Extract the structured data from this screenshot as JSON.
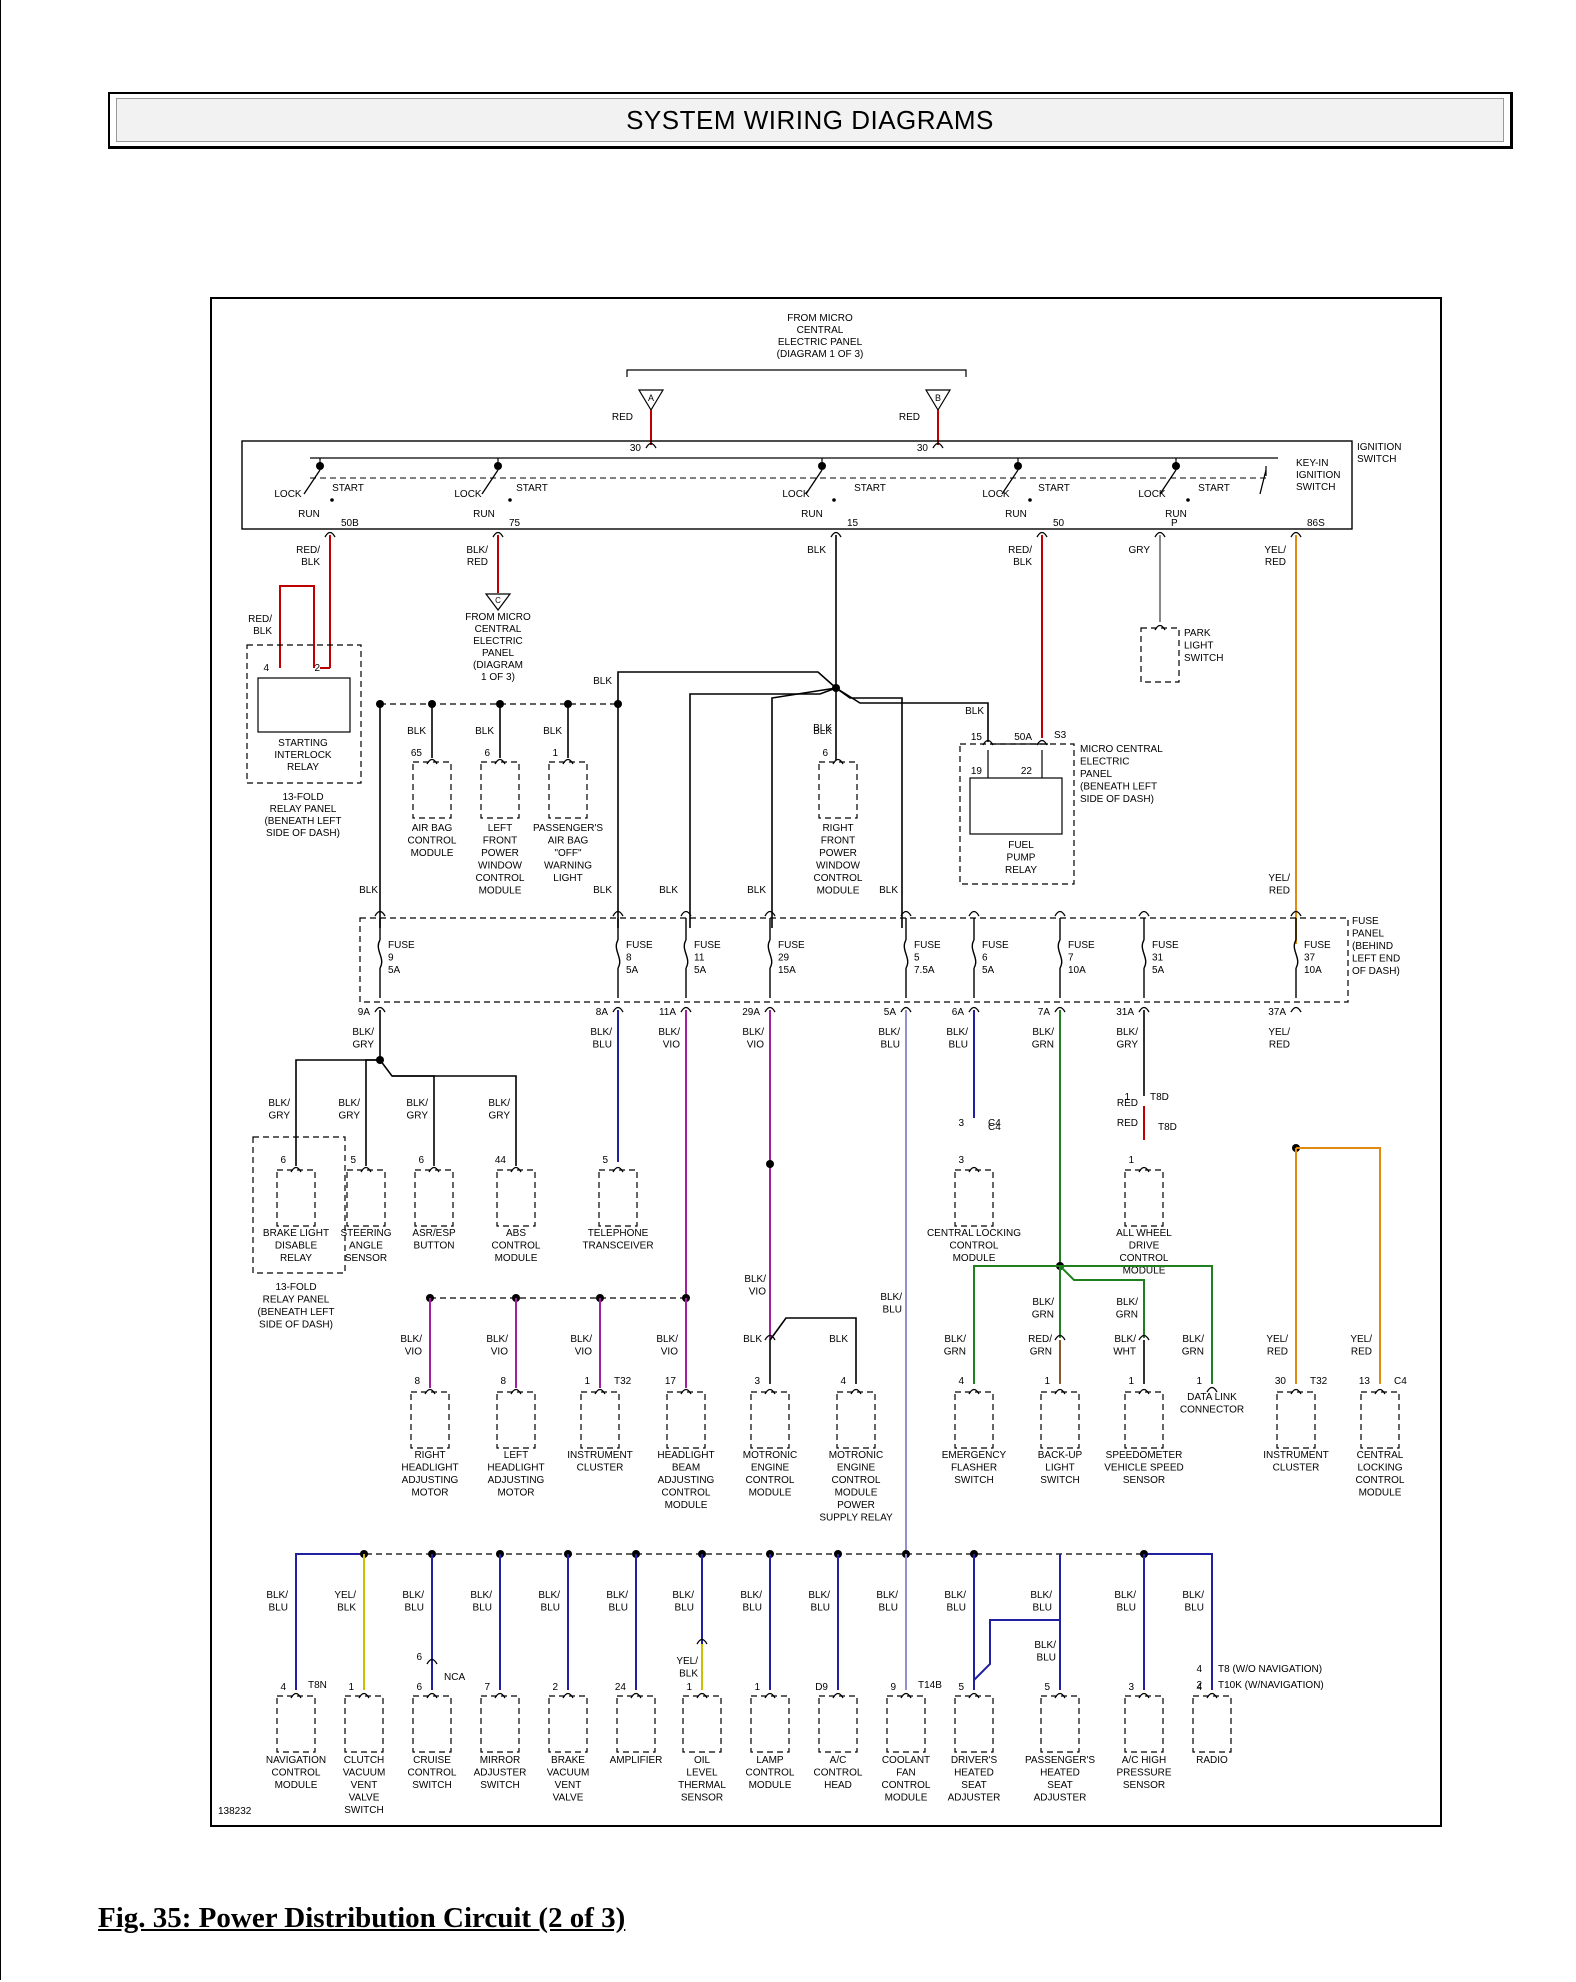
{
  "header": {
    "title": "SYSTEM WIRING DIAGRAMS"
  },
  "caption": "Fig. 35: Power Distribution Circuit (2 of 3)",
  "ref_number": "138232",
  "colors": {
    "RED": "#c00000",
    "BLK": "#000000",
    "GRY": "#888888",
    "YEL_RED": "#e08a10",
    "BLU": "#2020a0",
    "VIO": "#a020a0",
    "LTBLU": "#9090d0",
    "GRN": "#208020",
    "YEL": "#c8c000",
    "BRN": "#8a5a2a"
  },
  "top_source": {
    "lines": [
      "FROM MICRO",
      "CENTRAL",
      "ELECTRIC PANEL",
      "(DIAGRAM 1 OF 3)"
    ]
  },
  "connectors_top": [
    {
      "id": "A",
      "wire": "RED",
      "pin": "30"
    },
    {
      "id": "B",
      "wire": "RED",
      "pin": "30"
    }
  ],
  "ignition_switch": {
    "name": [
      "IGNITION",
      "SWITCH"
    ],
    "keyin": [
      "KEY-IN",
      "IGNITION",
      "SWITCH"
    ],
    "labels": {
      "lock": "LOCK",
      "start": "START",
      "run": "RUN"
    }
  },
  "terminals": [
    {
      "pin": "50B",
      "wire": [
        "RED/",
        "BLK"
      ]
    },
    {
      "pin": "75",
      "wire": [
        "BLK/",
        "RED"
      ]
    },
    {
      "pin": "15",
      "wire": [
        "BLK"
      ]
    },
    {
      "pin": "50",
      "wire": [
        "RED/",
        "BLK"
      ]
    },
    {
      "pin": "P",
      "wire": [
        "GRY"
      ]
    },
    {
      "pin": "86S",
      "wire": [
        "YEL/",
        "RED"
      ]
    }
  ],
  "c_source": {
    "id": "C",
    "lines": [
      "FROM MICRO",
      "CENTRAL",
      "ELECTRIC",
      "PANEL",
      "(DIAGRAM",
      "1 OF 3)"
    ]
  },
  "starting_relay": {
    "wire": [
      "RED/",
      "BLK"
    ],
    "pins": [
      "4",
      "2"
    ],
    "name": [
      "STARTING",
      "INTERLOCK",
      "RELAY"
    ],
    "panel": [
      "13-FOLD",
      "RELAY PANEL",
      "(BENEATH LEFT",
      "SIDE OF DASH)"
    ]
  },
  "park_switch": {
    "name": [
      "PARK",
      "LIGHT",
      "SWITCH"
    ]
  },
  "upper_modules": [
    {
      "wire": "BLK",
      "pin": "65",
      "name": [
        "AIR BAG",
        "CONTROL",
        "MODULE"
      ]
    },
    {
      "wire": "BLK",
      "pin": "6",
      "name": [
        "LEFT",
        "FRONT",
        "POWER",
        "WINDOW",
        "CONTROL",
        "MODULE"
      ]
    },
    {
      "wire": "BLK",
      "pin": "1",
      "name": [
        "PASSENGER'S",
        "AIR BAG",
        "\"OFF\"",
        "WARNING",
        "LIGHT"
      ]
    },
    {
      "wire": "BLK",
      "pin": "6",
      "name": [
        "RIGHT",
        "FRONT",
        "POWER",
        "WINDOW",
        "CONTROL",
        "MODULE"
      ]
    }
  ],
  "fuel_pump_relay": {
    "wire": "BLK",
    "pins": [
      "15",
      "50A",
      "S3",
      "19",
      "22"
    ],
    "name": [
      "FUEL",
      "PUMP",
      "RELAY"
    ],
    "panel": [
      "MICRO CENTRAL",
      "ELECTRIC",
      "PANEL",
      "(BENEATH LEFT",
      "SIDE OF DASH)"
    ]
  },
  "fuse_panel": {
    "name": [
      "FUSE",
      "PANEL",
      "(BEHIND",
      "LEFT END",
      "OF DASH)"
    ],
    "fuses": [
      {
        "label": "FUSE",
        "num": "9",
        "amp": "5A",
        "out": "9A",
        "out_wire": [
          "BLK/",
          "GRY"
        ]
      },
      {
        "label": "FUSE",
        "num": "8",
        "amp": "5A",
        "out": "8A",
        "out_wire": [
          "BLK/",
          "BLU"
        ]
      },
      {
        "label": "FUSE",
        "num": "11",
        "amp": "5A",
        "out": "11A",
        "out_wire": [
          "BLK/",
          "VIO"
        ]
      },
      {
        "label": "FUSE",
        "num": "29",
        "amp": "15A",
        "out": "29A",
        "out_wire": [
          "BLK/",
          "VIO"
        ]
      },
      {
        "label": "FUSE",
        "num": "5",
        "amp": "7.5A",
        "out": "5A",
        "out_wire": [
          "BLK/",
          "BLU"
        ]
      },
      {
        "label": "FUSE",
        "num": "6",
        "amp": "5A",
        "out": "6A",
        "out_wire": [
          "BLK/",
          "BLU"
        ]
      },
      {
        "label": "FUSE",
        "num": "7",
        "amp": "10A",
        "out": "7A",
        "out_wire": [
          "BLK/",
          "GRN"
        ]
      },
      {
        "label": "FUSE",
        "num": "31",
        "amp": "5A",
        "out": "31A",
        "out_wire": [
          "BLK/",
          "GRY"
        ]
      },
      {
        "label": "FUSE",
        "num": "37",
        "amp": "10A",
        "out": "37A",
        "out_wire": [
          "YEL/",
          "RED"
        ]
      }
    ],
    "in_wires": {
      "blk": "BLK",
      "yel_red": [
        "YEL/",
        "RED"
      ]
    }
  },
  "middle_modules": [
    {
      "wire": [
        "BLK/",
        "GRY"
      ],
      "pin": "6",
      "name": [
        "BRAKE LIGHT",
        "DISABLE",
        "RELAY"
      ]
    },
    {
      "wire": [
        "BLK/",
        "GRY"
      ],
      "pin": "5",
      "name": [
        "STEERING",
        "ANGLE",
        "SENSOR"
      ]
    },
    {
      "wire": [
        "BLK/",
        "GRY"
      ],
      "pin": "6",
      "name": [
        "ASR/ESP",
        "BUTTON"
      ]
    },
    {
      "wire": [
        "BLK/",
        "GRY"
      ],
      "pin": "44",
      "name": [
        "ABS",
        "CONTROL",
        "MODULE"
      ]
    },
    {
      "wire": [],
      "pin": "5",
      "name": [
        "TELEPHONE",
        "TRANSCEIVER"
      ]
    },
    {
      "wire": [],
      "pin": "3",
      "conn": "C4",
      "name": [
        "CENTRAL LOCKING",
        "CONTROL",
        "MODULE"
      ]
    },
    {
      "wire": [
        "RED"
      ],
      "pin": "1",
      "conn": "T8D",
      "name": [
        "ALL WHEEL",
        "DRIVE",
        "CONTROL",
        "MODULE"
      ]
    }
  ],
  "relay_panel_2": [
    "13-FOLD",
    "RELAY PANEL",
    "(BENEATH LEFT",
    "SIDE OF DASH)"
  ],
  "lower_modules": [
    {
      "wire": [
        "BLK/",
        "VIO"
      ],
      "pin": "8",
      "name": [
        "RIGHT",
        "HEADLIGHT",
        "ADJUSTING",
        "MOTOR"
      ]
    },
    {
      "wire": [
        "BLK/",
        "VIO"
      ],
      "pin": "8",
      "name": [
        "LEFT",
        "HEADLIGHT",
        "ADJUSTING",
        "MOTOR"
      ]
    },
    {
      "wire": [
        "BLK/",
        "VIO"
      ],
      "pin": "1",
      "conn": "T32",
      "name": [
        "INSTRUMENT",
        "CLUSTER"
      ]
    },
    {
      "wire": [
        "BLK/",
        "VIO"
      ],
      "pin": "17",
      "name": [
        "HEADLIGHT",
        "BEAM",
        "ADJUSTING",
        "CONTROL",
        "MODULE"
      ]
    },
    {
      "wire": [
        "BLK"
      ],
      "pin": "3",
      "name": [
        "MOTRONIC",
        "ENGINE",
        "CONTROL",
        "MODULE"
      ]
    },
    {
      "wire": [
        "BLK"
      ],
      "pin": "4",
      "name": [
        "MOTRONIC",
        "ENGINE",
        "CONTROL",
        "MODULE",
        "POWER",
        "SUPPLY RELAY"
      ]
    },
    {
      "wire": [
        "BLK/",
        "GRN"
      ],
      "pin": "4",
      "name": [
        "EMERGENCY",
        "FLASHER",
        "SWITCH"
      ]
    },
    {
      "wire": [
        "RED/",
        "GRN"
      ],
      "pin": "1",
      "name": [
        "BACK-UP",
        "LIGHT",
        "SWITCH"
      ]
    },
    {
      "wire": [
        "BLK/",
        "WHT"
      ],
      "pin": "1",
      "name": [
        "SPEEDOMETER",
        "VEHICLE SPEED",
        "SENSOR"
      ]
    },
    {
      "wire": [
        "BLK/",
        "GRN"
      ],
      "pin": "1",
      "name": [
        "DATA LINK",
        "CONNECTOR"
      ]
    },
    {
      "wire": [
        "YEL/",
        "RED"
      ],
      "pin": "30",
      "conn": "T32",
      "name": [
        "INSTRUMENT",
        "CLUSTER"
      ]
    },
    {
      "wire": [
        "YEL/",
        "RED"
      ],
      "pin": "13",
      "conn": "C4",
      "name": [
        "CENTRAL",
        "LOCKING",
        "CONTROL",
        "MODULE"
      ]
    }
  ],
  "splice_wires": {
    "vio": [
      "BLK/",
      "VIO"
    ],
    "blu": [
      "BLK/",
      "BLU"
    ],
    "grn1": [
      "BLK/",
      "GRN"
    ],
    "grn2": [
      "BLK/",
      "GRN"
    ]
  },
  "bottom_modules": [
    {
      "wire": [
        "BLK/",
        "BLU"
      ],
      "pin": "4",
      "conn": "T8N",
      "name": [
        "NAVIGATION",
        "CONTROL",
        "MODULE"
      ]
    },
    {
      "wire": [
        "YEL/",
        "BLK"
      ],
      "pin": "1",
      "name": [
        "CLUTCH",
        "VACUUM",
        "VENT",
        "VALVE",
        "SWITCH"
      ]
    },
    {
      "wire": [
        "BLK/",
        "BLU"
      ],
      "pin": "6",
      "conn": "NCA",
      "name": [
        "CRUISE",
        "CONTROL",
        "SWITCH"
      ]
    },
    {
      "wire": [
        "BLK/",
        "BLU"
      ],
      "pin": "7",
      "name": [
        "MIRROR",
        "ADJUSTER",
        "SWITCH"
      ]
    },
    {
      "wire": [
        "BLK/",
        "BLU"
      ],
      "pin": "2",
      "name": [
        "BRAKE",
        "VACUUM",
        "VENT",
        "VALVE"
      ]
    },
    {
      "wire": [
        "BLK/",
        "BLU"
      ],
      "pin": "24",
      "name": [
        "AMPLIFIER"
      ]
    },
    {
      "wire": [
        "BLK/",
        "BLU"
      ],
      "pin": "1",
      "wire2": [
        "YEL/",
        "BLK"
      ],
      "name": [
        "OIL",
        "LEVEL",
        "THERMAL",
        "SENSOR"
      ]
    },
    {
      "wire": [
        "BLK/",
        "BLU"
      ],
      "pin": "1",
      "name": [
        "LAMP",
        "CONTROL",
        "MODULE"
      ]
    },
    {
      "wire": [
        "BLK/",
        "BLU"
      ],
      "pin": "D9",
      "name": [
        "A/C",
        "CONTROL",
        "HEAD"
      ]
    },
    {
      "wire": [
        "BLK/",
        "BLU"
      ],
      "pin": "9",
      "conn": "T14B",
      "name": [
        "COOLANT",
        "FAN",
        "CONTROL",
        "MODULE"
      ]
    },
    {
      "wire": [
        "BLK/",
        "BLU"
      ],
      "pin": "5",
      "name": [
        "DRIVER'S",
        "HEATED",
        "SEAT",
        "ADJUSTER"
      ]
    },
    {
      "wire": [
        "BLK/",
        "BLU"
      ],
      "pin": "5",
      "name": [
        "PASSENGER'S",
        "HEATED",
        "SEAT",
        "ADJUSTER"
      ]
    },
    {
      "wire": [
        "BLK/",
        "BLU"
      ],
      "pin": "3",
      "name": [
        "A/C HIGH",
        "PRESSURE",
        "SENSOR"
      ]
    },
    {
      "wire": [
        "BLK/",
        "BLU"
      ],
      "pin": "4",
      "name": [
        "RADIO"
      ]
    }
  ],
  "radio_conns": [
    "T8  (W/O NAVIGATION)",
    "T10K  (W/NAVIGATION)"
  ],
  "radio_pins": [
    "4",
    "2"
  ]
}
